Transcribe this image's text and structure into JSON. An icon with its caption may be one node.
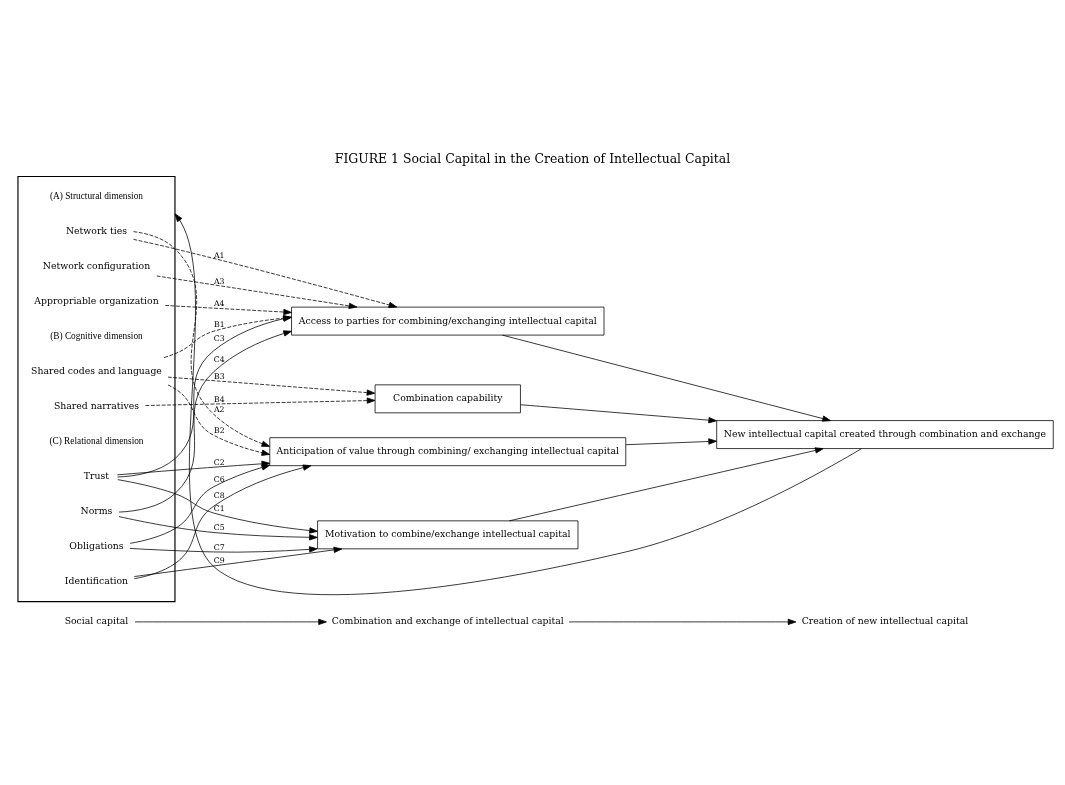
{
  "diagram": {
    "title": "FIGURE 1 Social Capital in the Creation of Intellectual Capital",
    "nodes": [
      {
        "text": [
          "Social capital"
        ]
      },
      {
        "text": [
          "Combination and exchange of intellectual capital"
        ]
      },
      {
        "text": [
          "Creation of new intellectual capital"
        ]
      },
      {
        "text": [],
        "shape": "box"
      },
      {
        "text": [
          "(A) Structural dimension"
        ],
        "in": 3
      },
      {
        "text": [
          "Network ties"
        ],
        "in": 3
      },
      {
        "text": [
          "Network configuration"
        ],
        "in": 3
      },
      {
        "text": [
          "Appropriable organization"
        ],
        "in": 3
      },
      {
        "text": [
          "(B) Cognitive dimension"
        ],
        "in": 3
      },
      {
        "text": [
          "Shared codes and language"
        ],
        "in": 3
      },
      {
        "text": [
          "Shared narratives"
        ],
        "in": 3
      },
      {
        "text": [
          "(C) Relational dimension"
        ],
        "in": 3
      },
      {
        "text": [
          "Trust"
        ],
        "in": 3
      },
      {
        "text": [
          "Norms"
        ],
        "in": 3
      },
      {
        "text": [
          "Obligations"
        ],
        "in": 3
      },
      {
        "text": [
          "Identification"
        ],
        "in": 3
      },
      {
        "text": [
          "Access to parties for combining/exchanging intellectual capital"
        ]
      },
      {
        "text": [
          "Anticipation of value through combining/ exchanging intellectual capital"
        ]
      },
      {
        "text": [
          "Motivation to combine/exchange intellectual capital"
        ]
      },
      {
        "text": [
          "Combination capability"
        ]
      },
      {
        "text": [
          "New intellectual capital created through combination and exchange"
        ]
      }
    ],
    "edges": [
      {
        "from": 0,
        "to": 1,
        "arrow": "to"
      },
      {
        "from": 1,
        "to": 2,
        "arrow": "to"
      },
      {
        "from": 5,
        "to": 16,
        "arrow": "to",
        "label": "A1",
        "style": "dashed"
      },
      {
        "from": 5,
        "to": 17,
        "arrow": "to",
        "label": "A2",
        "style": "dashed"
      },
      {
        "from": 6,
        "to": 16,
        "arrow": "to",
        "label": "A3",
        "style": "dashed"
      },
      {
        "from": 7,
        "to": 16,
        "arrow": "to",
        "label": "A4",
        "style": "dashed"
      },
      {
        "from": 9,
        "to": 16,
        "arrow": "to",
        "label": "B1",
        "style": "dashed"
      },
      {
        "from": 9,
        "to": 17,
        "arrow": "to",
        "label": "B2",
        "style": "dashed"
      },
      {
        "from": 9,
        "to": 19,
        "arrow": "to",
        "label": "B3",
        "style": "dashed"
      },
      {
        "from": 10,
        "to": 19,
        "arrow": "to",
        "label": "B4",
        "style": "dashed"
      },
      {
        "from": 12,
        "to": 16,
        "arrow": "to",
        "label": "C3"
      },
      {
        "from": 12,
        "to": 17,
        "arrow": "to",
        "label": "C2"
      },
      {
        "from": 12,
        "to": 18,
        "arrow": "to",
        "label": "C1"
      },
      {
        "from": 13,
        "to": 16,
        "arrow": "to",
        "label": "C4"
      },
      {
        "from": 13,
        "to": 18,
        "arrow": "to",
        "label": "C5"
      },
      {
        "from": 14,
        "to": 17,
        "arrow": "to",
        "label": "C6"
      },
      {
        "from": 14,
        "to": 18,
        "arrow": "to",
        "label": "C7"
      },
      {
        "from": 15,
        "to": 17,
        "arrow": "to",
        "label": "C8"
      },
      {
        "from": 15,
        "to": 18,
        "arrow": "to",
        "label": "C9"
      },
      {
        "from": 16,
        "to": 20,
        "arrow": "to"
      },
      {
        "from": 17,
        "to": 20,
        "arrow": "to"
      },
      {
        "from": 18,
        "to": 20,
        "arrow": "to"
      },
      {
        "from": 19,
        "to": 20,
        "arrow": "to"
      },
      {
        "from": 20,
        "to": 3,
        "arrow": "to"
      }
    ]
  }
}
